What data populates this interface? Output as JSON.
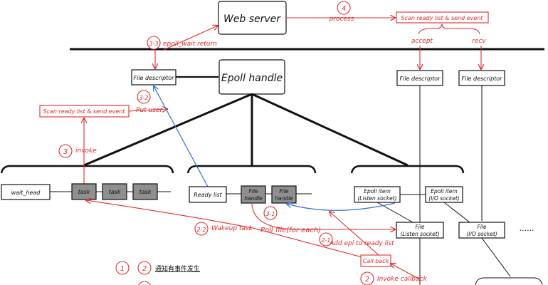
{
  "nodes": {
    "web_server": "Web server",
    "epoll_handle": "Epoll handle",
    "fd_left": "File descriptor",
    "fd_mid": "File descriptor",
    "fd_right": "File descriptor",
    "wait_head": "wait_head",
    "task_1": "task",
    "task_2": "task",
    "task_3": "task",
    "ready_list": "Ready list",
    "file_handle_1": "File\nhandle",
    "file_handle_2": "File\nhandle",
    "epoll_item_listen": "Epoll item\n(Listen socket)",
    "epoll_item_io": "Epoll item\n(I/O socket)",
    "file_listen": "File\n(Listen socket)",
    "file_io": "File\n(I/O socket)",
    "scan_top": "Scan ready list & send event",
    "scan_left": "Scan ready list & send event",
    "callback": "Call back",
    "ellipsis": "......"
  },
  "steps": {
    "s4": "4",
    "s3_3": "3-3",
    "s3_2": "3-2",
    "s3": "3",
    "s3_1": "3-1",
    "s2_2": "2-2",
    "s2_1": "2-1",
    "s2": "2",
    "legend_1": "1",
    "legend_2": "2"
  },
  "labels": {
    "process": "process",
    "accept": "accept",
    "recv": "recv",
    "epoll_wait_return": "epoll_wait return",
    "put_user": "Put user",
    "invoke": "invoke",
    "wakeup_task": "Wakeup task",
    "poll_file": "Poll file(for each)",
    "add_epi": "Add epi to ready list",
    "invoke_callback": "Invoke callback",
    "legend_text": "通知有事件发生"
  },
  "colors": {
    "black": "#111111",
    "red": "#e02b2b",
    "blue": "#2e6fd8",
    "grey": "#8f8f8f"
  }
}
